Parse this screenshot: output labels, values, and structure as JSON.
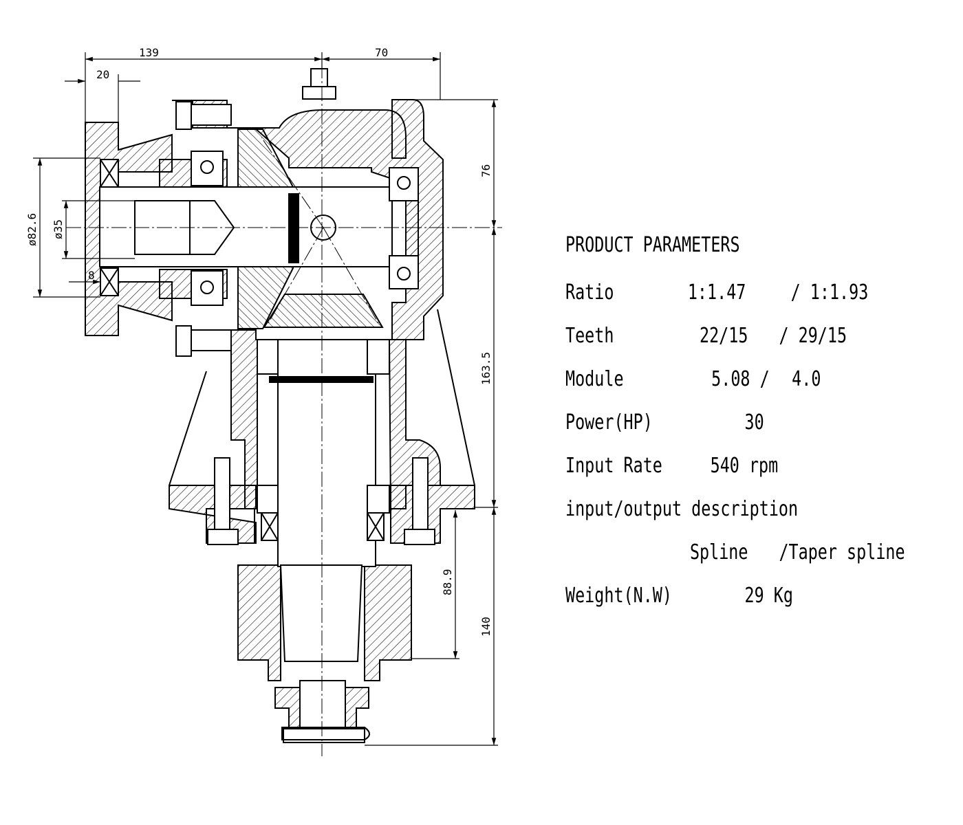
{
  "dimensions": {
    "d139": "139",
    "d70": "70",
    "d20": "20",
    "d76": "76",
    "d82_6": "ø82.6",
    "d35": "ø35",
    "d8": "8",
    "d163_5": "163.5",
    "d88_9": "88.9",
    "d140": "140"
  },
  "params": {
    "title": "PRODUCT PARAMETERS",
    "ratio": {
      "label": "Ratio",
      "v1": "1:1.47",
      "v2": "/ 1:1.93"
    },
    "teeth": {
      "label": "Teeth",
      "v1": "22/15",
      "v2": "/ 29/15"
    },
    "module": {
      "label": "Module",
      "v1": "5.08 /",
      "v2": "4.0"
    },
    "power": {
      "label": "Power(HP)",
      "v1": "30"
    },
    "input_rate": {
      "label": "Input Rate",
      "v1": "540 rpm"
    },
    "io": {
      "label": "input/output description",
      "v1": "Spline",
      "v2": "/Taper spline"
    },
    "weight": {
      "label": "Weight(N.W)",
      "v1": "29 Kg"
    }
  }
}
